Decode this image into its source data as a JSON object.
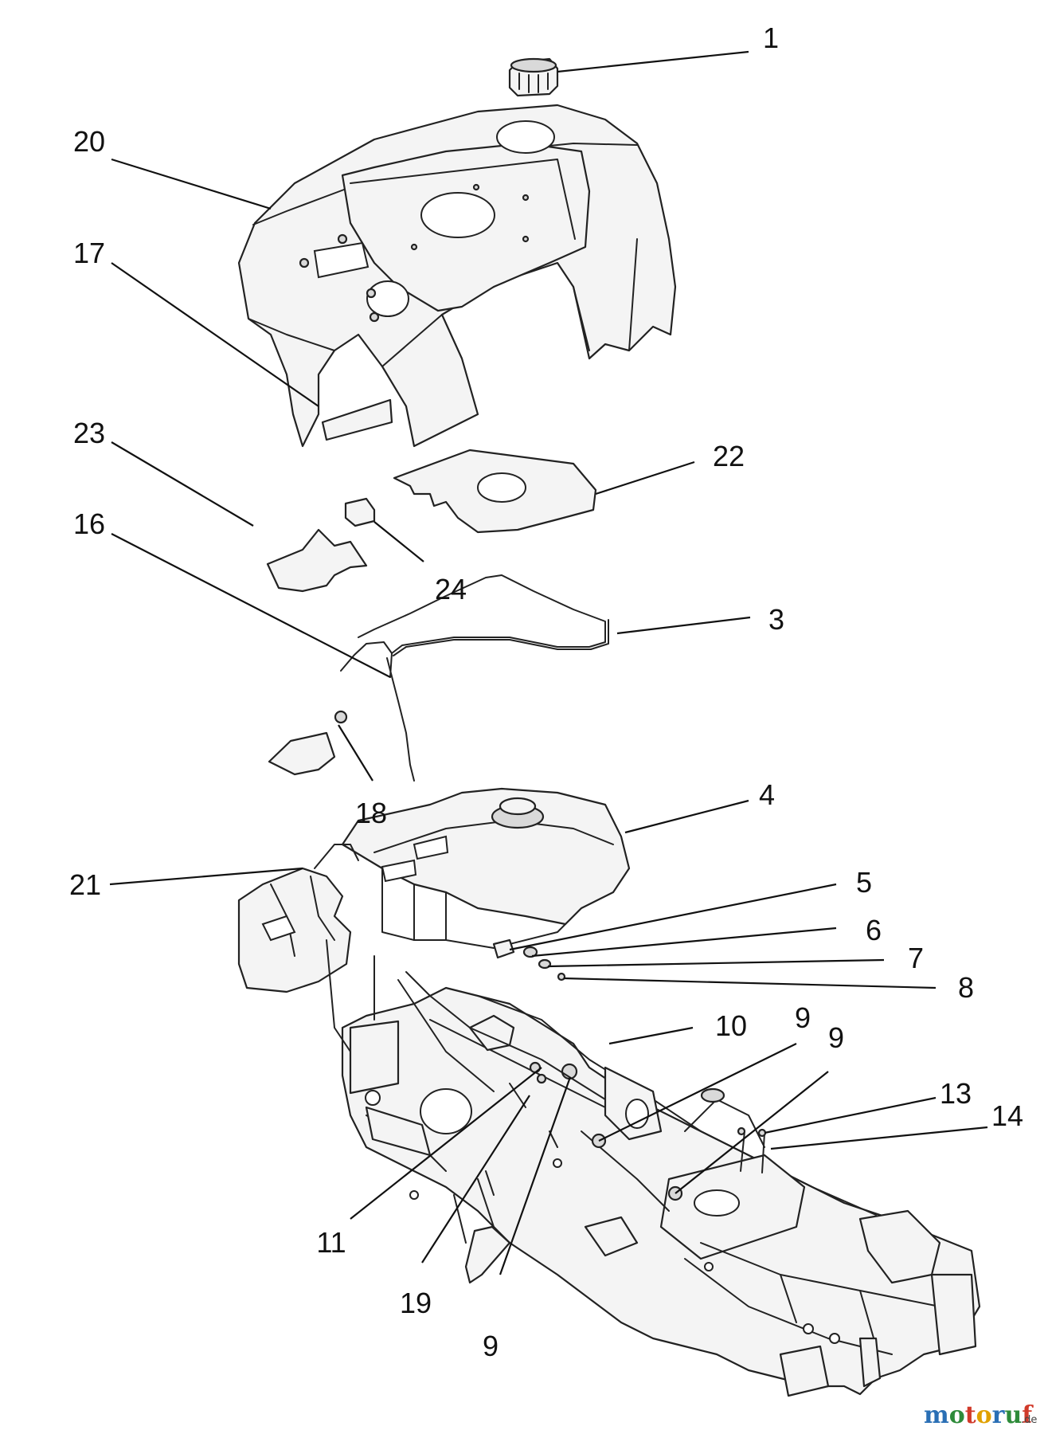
{
  "diagram": {
    "callouts": [
      {
        "id": "c1",
        "label": "1"
      },
      {
        "id": "c20",
        "label": "20"
      },
      {
        "id": "c17",
        "label": "17"
      },
      {
        "id": "c23",
        "label": "23"
      },
      {
        "id": "c22",
        "label": "22"
      },
      {
        "id": "c16",
        "label": "16"
      },
      {
        "id": "c24",
        "label": "24"
      },
      {
        "id": "c3",
        "label": "3"
      },
      {
        "id": "c4",
        "label": "4"
      },
      {
        "id": "c18",
        "label": "18"
      },
      {
        "id": "c21",
        "label": "21"
      },
      {
        "id": "c5",
        "label": "5"
      },
      {
        "id": "c6",
        "label": "6"
      },
      {
        "id": "c7",
        "label": "7"
      },
      {
        "id": "c8",
        "label": "8"
      },
      {
        "id": "c10",
        "label": "10"
      },
      {
        "id": "c9a",
        "label": "9"
      },
      {
        "id": "c9b",
        "label": "9"
      },
      {
        "id": "c13",
        "label": "13"
      },
      {
        "id": "c14",
        "label": "14"
      },
      {
        "id": "c11",
        "label": "11"
      },
      {
        "id": "c19",
        "label": "19"
      },
      {
        "id": "c9c",
        "label": "9"
      }
    ]
  },
  "watermark": {
    "brand": "motoruf",
    "tld": ".de",
    "letter_colors": [
      "#2a6fb5",
      "#2e8b3a",
      "#d13a2a",
      "#e0a100",
      "#2a6fb5",
      "#2e8b3a",
      "#d13a2a"
    ]
  }
}
